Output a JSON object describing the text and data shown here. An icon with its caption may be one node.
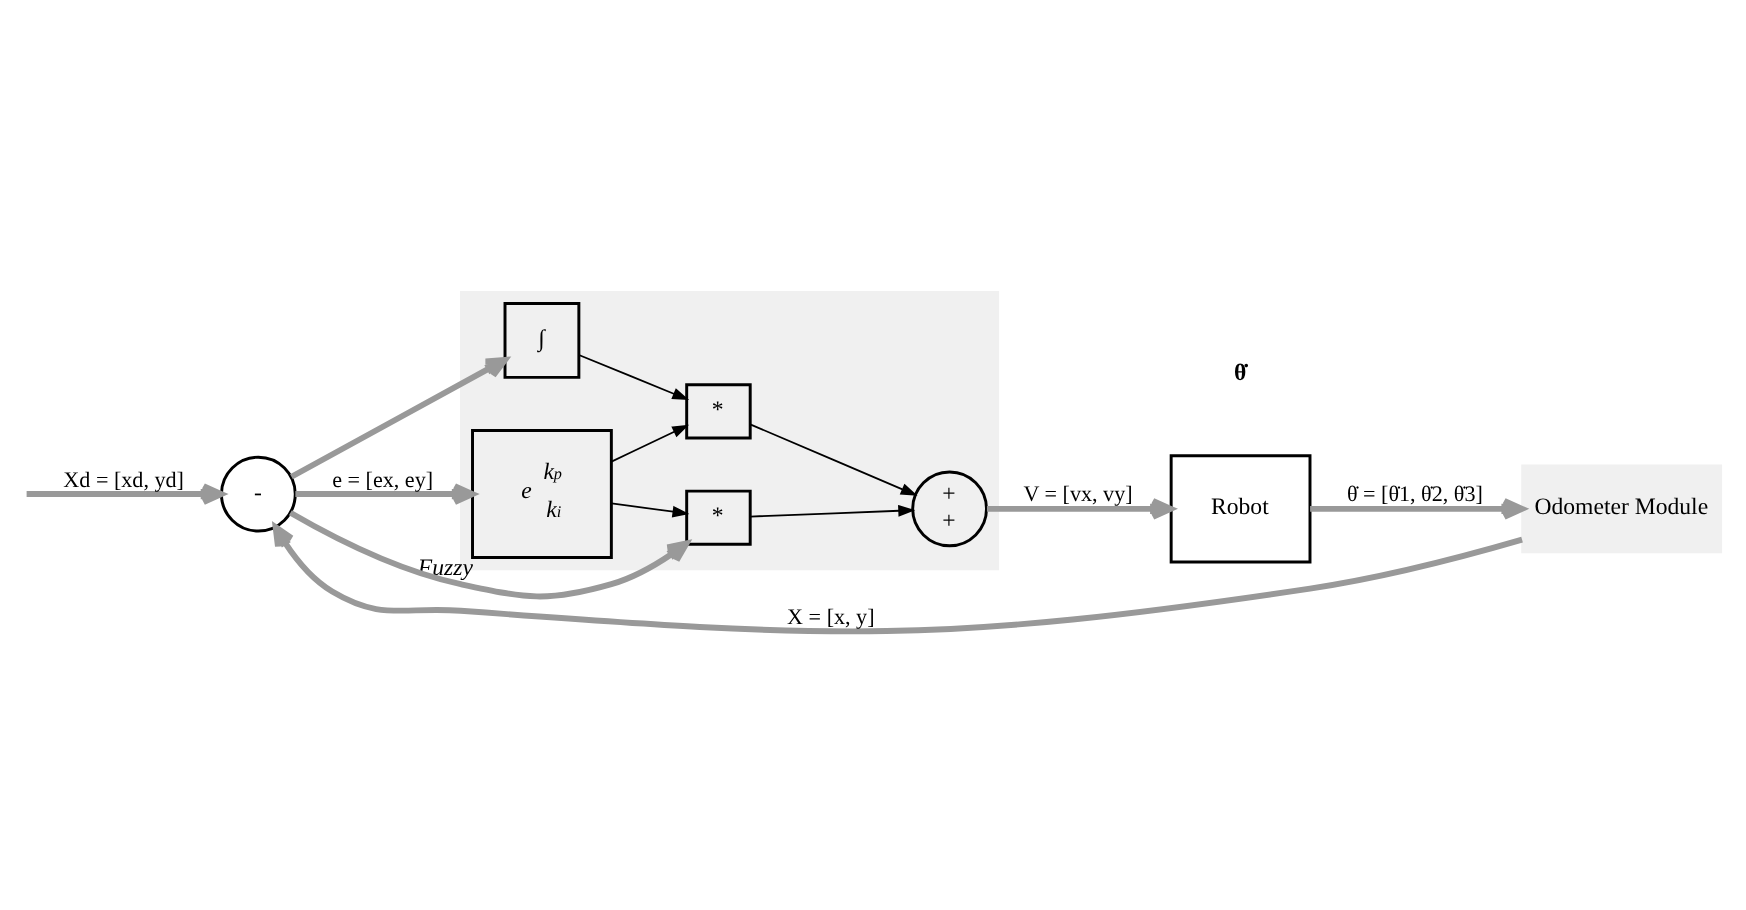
{
  "diagram": {
    "nodes": [
      {
        "text": [],
        "shape": "box"
      },
      {
        "text": [
          "-"
        ]
      },
      {
        "text": [
          "e",
          "k$_{p}$",
          "k$_{i}$"
        ],
        "beside": [
          "Fuzzy"
        ],
        "in": 0
      },
      {
        "text": [
          "*"
        ],
        "in": 0
      },
      {
        "text": [
          "*"
        ],
        "in": 0
      },
      {
        "text": [
          "∫"
        ],
        "in": 0
      },
      {
        "text": [
          "+",
          "+"
        ],
        "in": 0
      },
      {
        "text": [
          "Robot"
        ]
      },
      {
        "text": [
          "Odometer Module"
        ]
      }
    ],
    "edges": [
      {
        "from": null,
        "to": 1,
        "arrow": "to",
        "label": "Xd = [xd, yd]"
      },
      {
        "from": 1,
        "to": 2,
        "arrow": "to",
        "label": "e = [ex, ey]"
      },
      {
        "from": 1,
        "to": 3,
        "arrow": "to"
      },
      {
        "from": 1,
        "to": 5,
        "arrow": "to"
      },
      {
        "from": 2,
        "to": 3,
        "arrow": "to",
        "color": "#000000"
      },
      {
        "from": 2,
        "to": 4,
        "arrow": "to",
        "color": "#000000"
      },
      {
        "from": 5,
        "to": 4,
        "arrow": "to",
        "color": "#000000"
      },
      {
        "from": 3,
        "to": 6,
        "arrow": "to",
        "color": "#000000"
      },
      {
        "from": 4,
        "to": 6,
        "arrow": "to",
        "color": "#000000"
      },
      {
        "from": 6,
        "to": 7,
        "arrow": "to",
        "label": "V = [vx, vy]"
      },
      {
        "from": 7,
        "to": 8,
        "arrow": "to",
        "label": "θ̇ = [θ̇1, θ̇2, θ̇3]"
      },
      {
        "from": 8,
        "to": 1,
        "arrow": "to",
        "label": "X = [x, y]"
      }
    ],
    "labels": [
      "θ̇"
    ]
  }
}
